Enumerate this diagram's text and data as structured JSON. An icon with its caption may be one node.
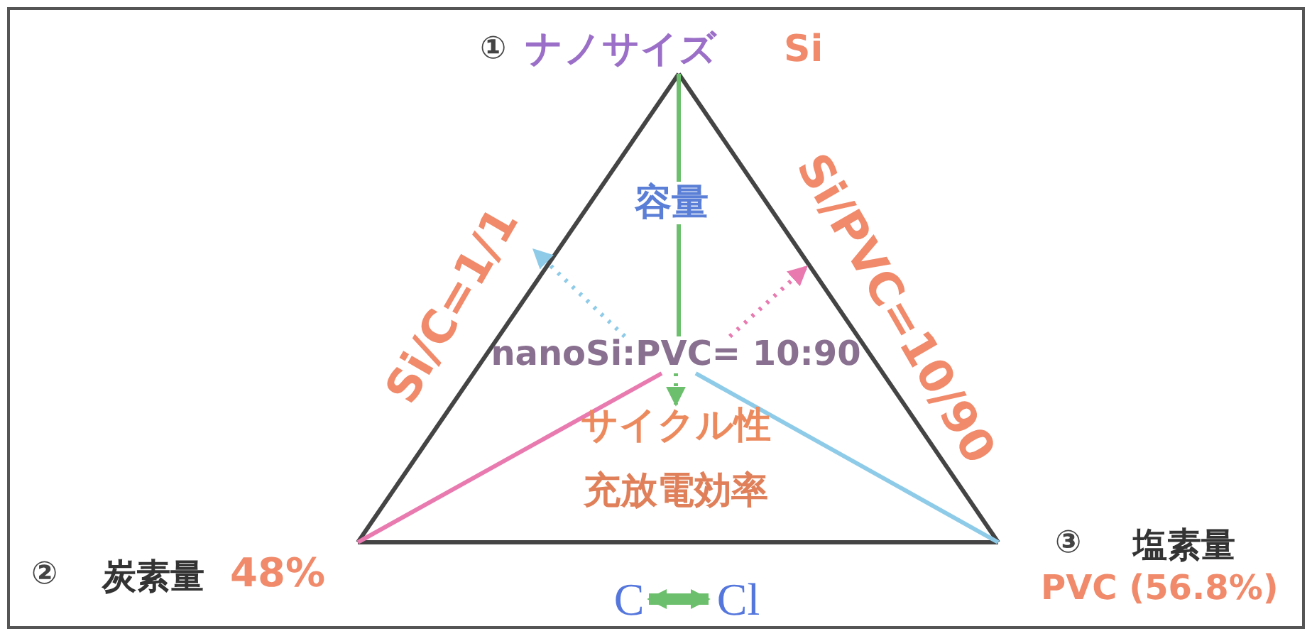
{
  "diagram": {
    "nodes": [
      {
        "text": [
          "①",
          "ナノサイズ",
          "Si"
        ]
      },
      {
        "text": [
          "②",
          "炭素量",
          "48%"
        ]
      },
      {
        "text": [
          "③",
          "塩素量",
          "PVC (56.8%)"
        ]
      },
      {
        "text": [
          "nanoSi:PVC= 10:90"
        ]
      },
      {
        "text": [
          "Si/C=1/1"
        ]
      },
      {
        "text": [
          "Si/PVC=10/90"
        ]
      },
      {
        "text": [
          "サイクル性",
          "充放電効率"
        ]
      },
      {
        "text": [
          "C"
        ]
      },
      {
        "text": [
          "Cl"
        ]
      }
    ],
    "edges": [
      {
        "from": 0,
        "to": 1,
        "arrow": "none"
      },
      {
        "from": 1,
        "to": 2,
        "arrow": "none"
      },
      {
        "from": 2,
        "to": 0,
        "arrow": "none"
      },
      {
        "from": 0,
        "to": 3,
        "arrow": "none",
        "color": "#6cbf6c",
        "label": "容量"
      },
      {
        "from": 1,
        "to": 3,
        "arrow": "none",
        "color": "#e87ab0"
      },
      {
        "from": 3,
        "to": 2,
        "arrow": "none",
        "color": "#8ecbe8"
      },
      {
        "from": 3,
        "to": 4,
        "arrow": "to",
        "style": "dashed",
        "color": "#8ecbe8"
      },
      {
        "from": 3,
        "to": 5,
        "arrow": "to",
        "style": "dashed",
        "color": "#e87ab0"
      },
      {
        "from": 3,
        "to": 6,
        "arrow": "to",
        "style": "dashed",
        "color": "#6cbf6c"
      },
      {
        "from": 7,
        "to": 8,
        "arrow": "both",
        "style": "thick",
        "color": "#6cbf6c"
      }
    ]
  }
}
